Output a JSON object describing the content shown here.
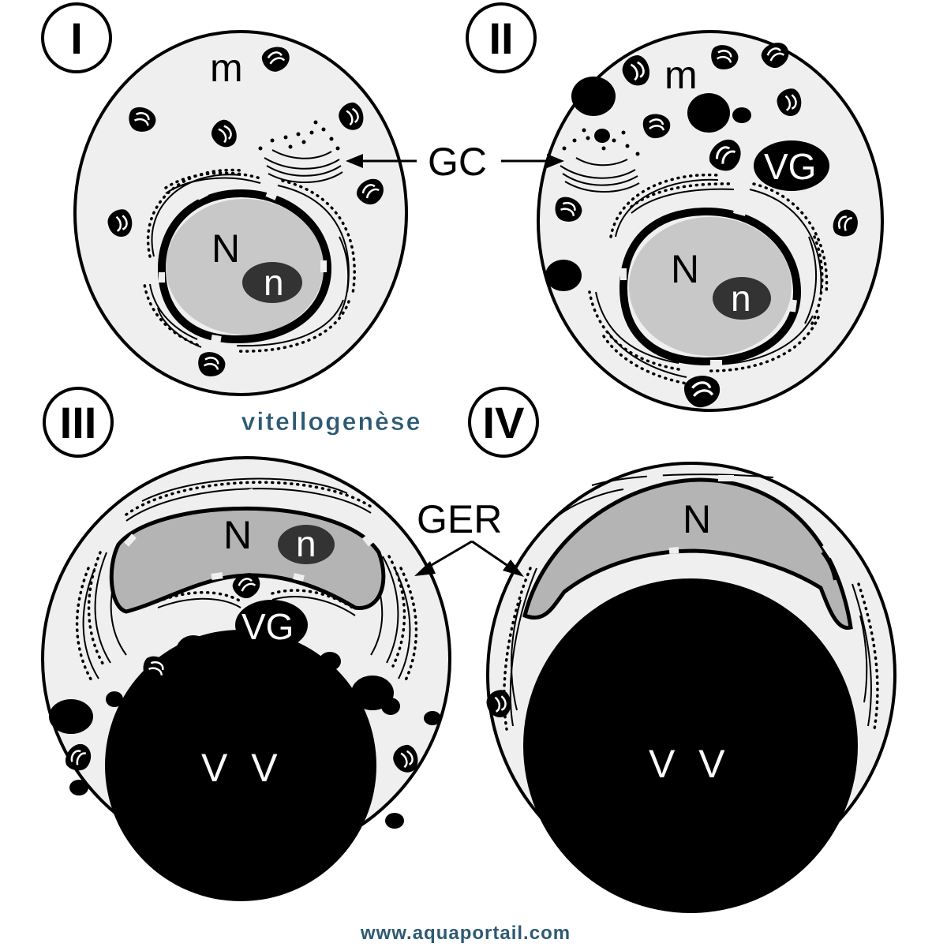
{
  "title": "vitellogenèse",
  "watermark": "www.aquaportail.com",
  "panels": {
    "p1": {
      "numeral": "I"
    },
    "p2": {
      "numeral": "II"
    },
    "p3": {
      "numeral": "III"
    },
    "p4": {
      "numeral": "IV"
    }
  },
  "labels": {
    "mitochondria": "m",
    "nucleus": "N",
    "nucleolus": "n",
    "golgi": "GC",
    "vitelline_granule": "VG",
    "rough_er": "GER",
    "vitelline_vesicle": "V V"
  },
  "colors": {
    "cytoplasm": "#efefef",
    "nucleus": "#c8c8c8",
    "yolk": "#000000",
    "title": "#2d5a73",
    "watermark": "#2d5a73"
  }
}
